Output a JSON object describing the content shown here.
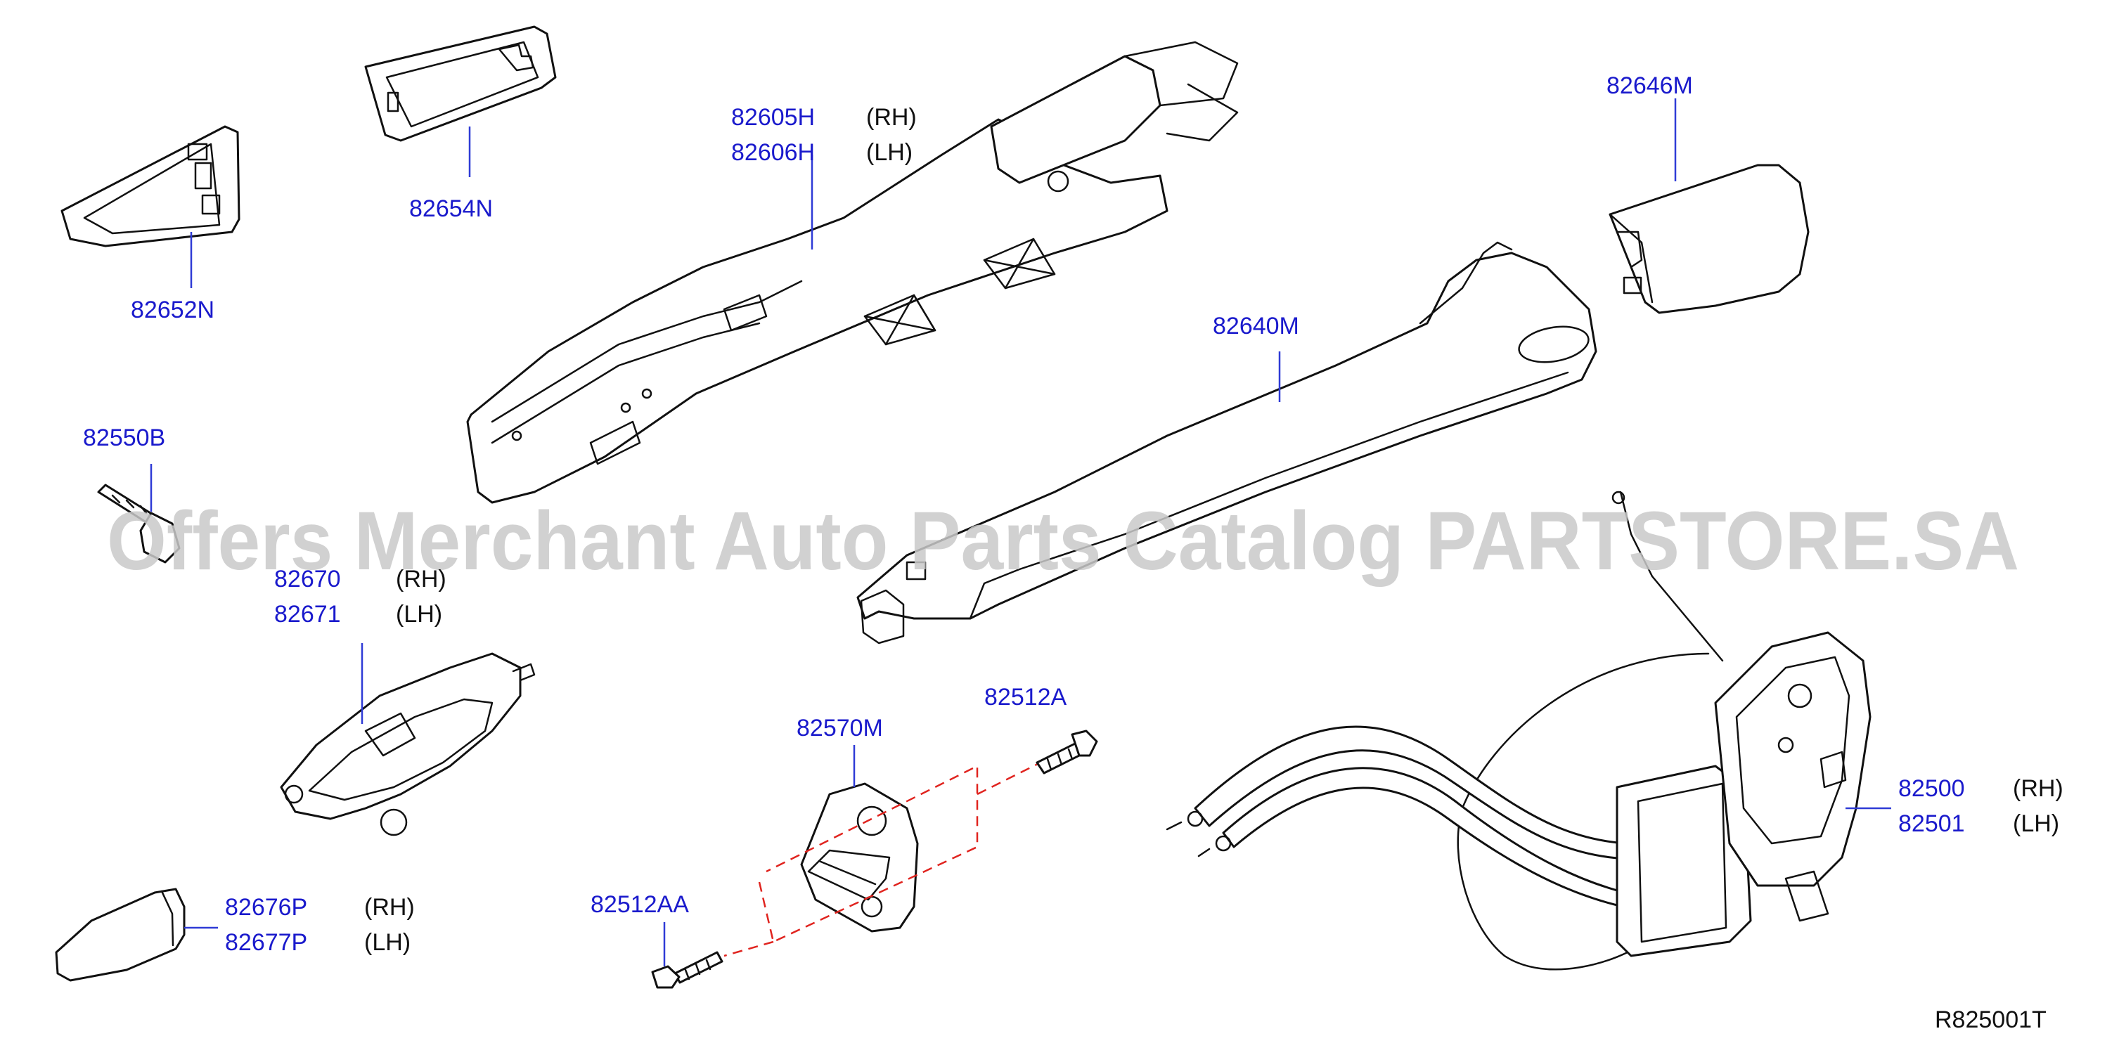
{
  "watermark": "Offers Merchant Auto Parts Catalog PARTSTORE.SA",
  "diagram_id": "R825001T",
  "parts": {
    "p82605H": {
      "code": "82605H",
      "side": "(RH)"
    },
    "p82606H": {
      "code": "82606H",
      "side": "(LH)"
    },
    "p82646M": {
      "code": "82646M"
    },
    "p82654N": {
      "code": "82654N"
    },
    "p82652N": {
      "code": "82652N"
    },
    "p82640M": {
      "code": "82640M"
    },
    "p82550B": {
      "code": "82550B"
    },
    "p82670": {
      "code": "82670",
      "side": "(RH)"
    },
    "p82671": {
      "code": "82671",
      "side": "(LH)"
    },
    "p82512A": {
      "code": "82512A"
    },
    "p82570M": {
      "code": "82570M"
    },
    "p82500": {
      "code": "82500",
      "side": "(RH)"
    },
    "p82501": {
      "code": "82501",
      "side": "(LH)"
    },
    "p82676P": {
      "code": "82676P",
      "side": "(RH)"
    },
    "p82677P": {
      "code": "82677P",
      "side": "(LH)"
    },
    "p82512AA": {
      "code": "82512AA"
    }
  }
}
